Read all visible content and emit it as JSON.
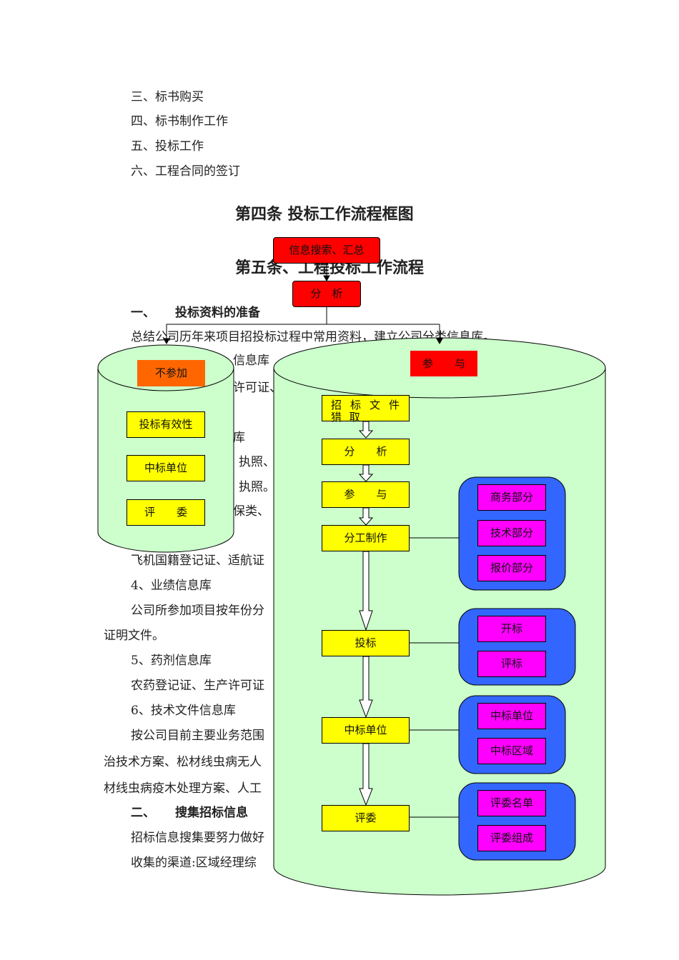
{
  "toc": {
    "item3": "三、标书购买",
    "item4": "四、标书制作工作",
    "item5": "五、投标工作",
    "item6": "六、工程合同的签订"
  },
  "headings": {
    "article4": "第四条  投标工作流程框图",
    "article5": "第五条、工程投标工作流程"
  },
  "section1": {
    "num": "一、",
    "title": "投标资料的准备",
    "p1": "总结公司历年来项目招投标过程中常用资料，建立公司分类信息库。",
    "frag_l2": "信息库",
    "frag_l3": "许可证、",
    "frag_l5": "库",
    "frag_l6": "执照、",
    "frag_l7": "执照。",
    "frag_l8": "保类、",
    "p_plane": "飞机国籍登记证、适航证",
    "item4": "4、业绩信息库",
    "p4": "公司所参加项目按年份分",
    "p4b": "证明文件。",
    "item5": "5、药剂信息库",
    "p5": "农药登记证、生产许可证",
    "item6": "6、技术文件信息库",
    "p6": "按公司目前主要业务范围",
    "p6b": "治技术方案、松材线虫病无人",
    "p6c": "材线虫病疫木处理方案、人工"
  },
  "section2": {
    "num": "二、",
    "title": "搜集招标信息",
    "p1": "招标信息搜集要努力做好",
    "p2": "收集的渠道:区域经理综"
  },
  "flow": {
    "top_box": "信息搜索、汇总",
    "analysis_top": "分　析",
    "not_participate": "不参加",
    "left_items": [
      "投标有效性",
      "中标单位",
      "评　　委"
    ],
    "participate": "参　　与",
    "steps": [
      "招 标 文 件 猎 取",
      "分　　析",
      "参　　与",
      "分工制作",
      "投标",
      "中标单位",
      "评委"
    ],
    "group_make": [
      "商务部分",
      "技术部分",
      "报价部分"
    ],
    "group_bid": [
      "开标",
      "评标"
    ],
    "group_win": [
      "中标单位",
      "中标区域"
    ],
    "group_judge": [
      "评委名单",
      "评委组成"
    ],
    "colors": {
      "cylinder_fill": "#ccffcc",
      "group_fill": "#3366ff",
      "red": "#ff0000",
      "orange": "#ff6600",
      "yellow": "#ffff00",
      "magenta": "#ff00ff"
    }
  }
}
